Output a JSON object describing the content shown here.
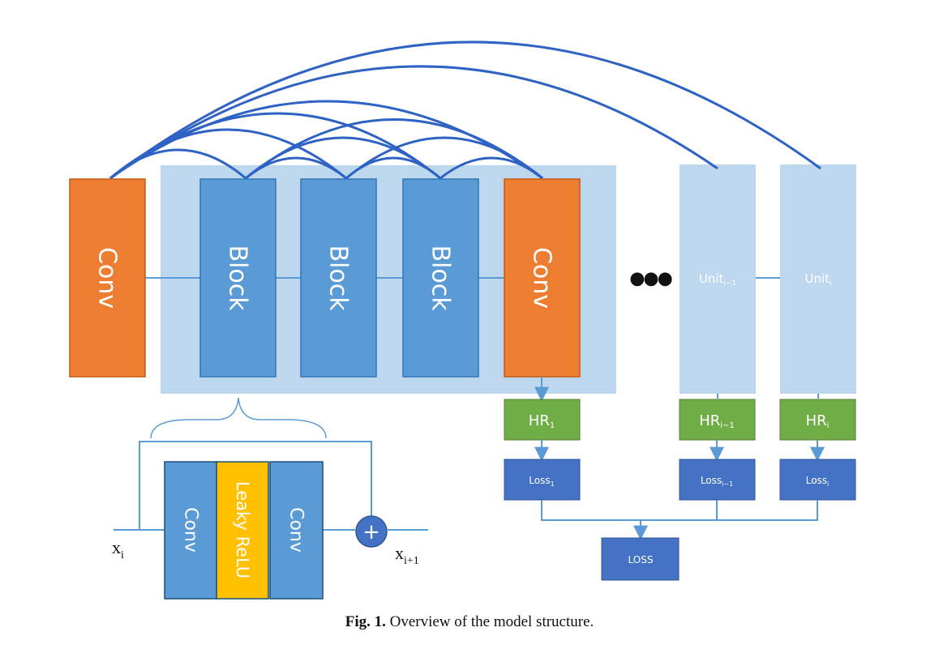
{
  "colors": {
    "orange": "#ED7D31",
    "orange_border": "#C55A11",
    "block_blue": "#5B9BD5",
    "block_border": "#2E75B6",
    "container": "#BDD7EE",
    "green": "#70AD47",
    "loss_blue": "#4472C4",
    "line_blue": "#2E62C4",
    "relu_yellow": "#FFC000"
  },
  "main_unit": {
    "first_conv": "Conv",
    "blocks": [
      "Block",
      "Block",
      "Block"
    ],
    "last_conv": "Conv"
  },
  "ellipsis": "●●●",
  "units": [
    {
      "base": "Unit",
      "sub": "i−1"
    },
    {
      "base": "Unit",
      "sub": "i"
    }
  ],
  "hr": [
    {
      "base": "HR",
      "sub": "1"
    },
    {
      "base": "HR",
      "sub": "i−1"
    },
    {
      "base": "HR",
      "sub": "i"
    }
  ],
  "losses": [
    {
      "base": "Loss",
      "sub": "1"
    },
    {
      "base": "Loss",
      "sub": "i−1"
    },
    {
      "base": "Loss",
      "sub": "i"
    }
  ],
  "total_loss": "LOSS",
  "block_detail": {
    "conv1": "Conv",
    "activation": "Leaky ReLU",
    "conv2": "Conv",
    "plus": "+",
    "input": {
      "base": "x",
      "sub": "i"
    },
    "output": {
      "base": "x",
      "sub": "i+1"
    }
  },
  "caption": {
    "label": "Fig. 1.",
    "text": "Overview of the model structure."
  }
}
